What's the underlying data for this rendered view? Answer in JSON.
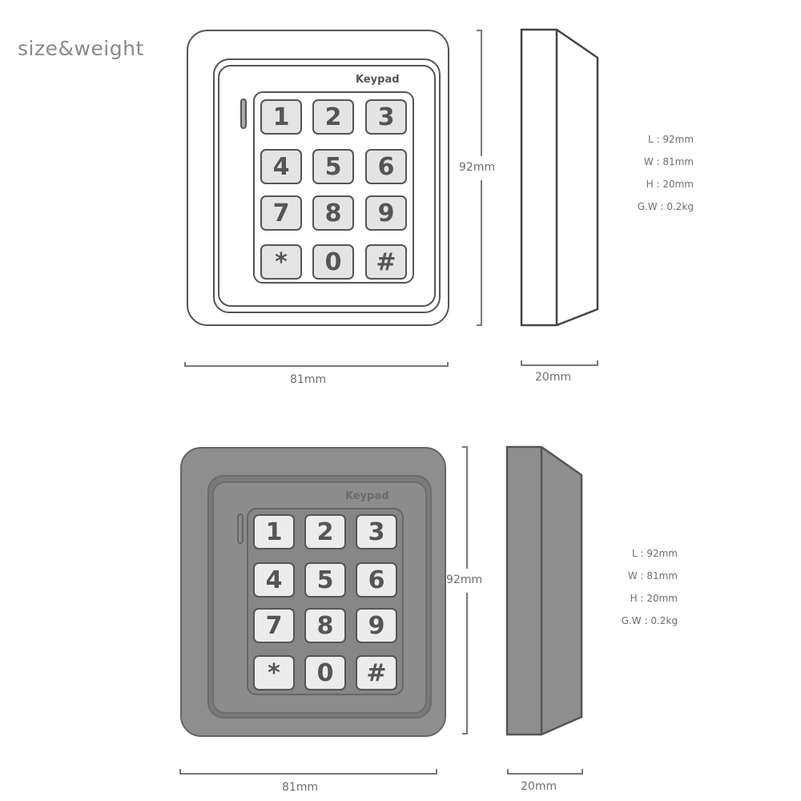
{
  "header": {
    "title": "size&weight"
  },
  "views": [
    {
      "variant": "white",
      "brand_label": "Keypad",
      "keys": [
        "1",
        "2",
        "3",
        "4",
        "5",
        "6",
        "7",
        "8",
        "9",
        "*",
        "0",
        "#"
      ],
      "height_dim": "92mm",
      "width_dim": "81mm",
      "depth_dim": "20mm",
      "specs": {
        "length": "L : 92mm",
        "width": "W : 81mm",
        "height": "H : 20mm",
        "gross_weight": "G.W : 0.2kg"
      },
      "colors": {
        "body": "#ffffff",
        "outline": "#555555",
        "key_face": "#e4e4e4"
      }
    },
    {
      "variant": "grey",
      "brand_label": "Keypad",
      "keys": [
        "1",
        "2",
        "3",
        "4",
        "5",
        "6",
        "7",
        "8",
        "9",
        "*",
        "0",
        "#"
      ],
      "height_dim": "92mm",
      "width_dim": "81mm",
      "depth_dim": "20mm",
      "specs": {
        "length": "L : 92mm",
        "width": "W : 81mm",
        "height": "H : 20mm",
        "gross_weight": "G.W : 0.2kg"
      },
      "colors": {
        "body": "#8e8e8e",
        "outline": "#666666",
        "key_face": "#ececec"
      }
    }
  ]
}
